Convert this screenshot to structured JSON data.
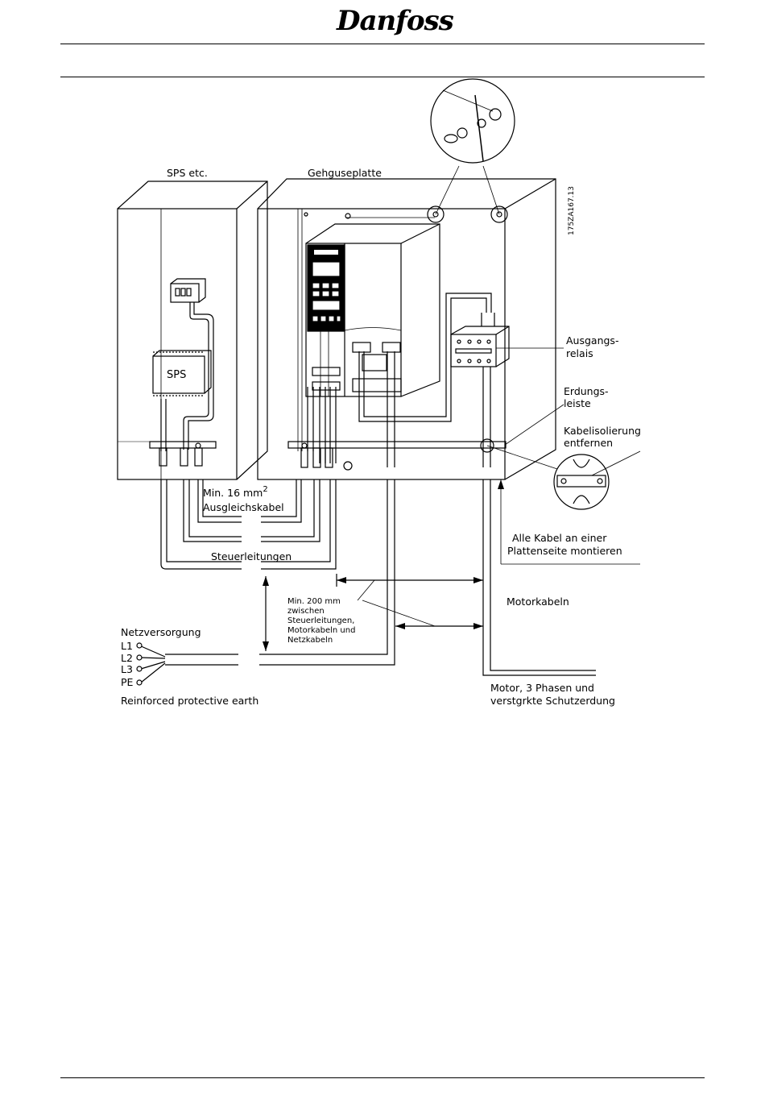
{
  "header": {
    "logo_text": "Danfoss"
  },
  "diagram": {
    "figure_code": "175ZA167.13",
    "labels": {
      "sps_cabinet": "SPS etc.",
      "mounting_plate": "Gehguseplatte",
      "sps_box": "SPS",
      "output_relay_1": "Ausgangs-",
      "output_relay_2": "relais",
      "earth_bar_1": "Erdungs-",
      "earth_bar_2": "leiste",
      "strip_insulation_1": "Kabelisolierung",
      "strip_insulation_2": "entfernen",
      "equalizing_1": "Min. 16 mm",
      "equalizing_sup": "2",
      "equalizing_2": "Ausgleichskabel",
      "control_lines": "Steuerleitungen",
      "mount_side_1": "Alle Kabel an einer",
      "mount_side_2": "Plattenseite montieren",
      "motor_cables": "Motorkabeln",
      "distance_1": "Min. 200 mm",
      "distance_2": "zwischen",
      "distance_3": "Steuerleitungen,",
      "distance_4": "Motorkabeln und",
      "distance_5": "Netzkabeln",
      "mains": "Netzversorgung",
      "l1": "L1",
      "l2": "L2",
      "l3": "L3",
      "pe": "PE",
      "reinforced_pe": "Reinforced protective earth",
      "motor_1": "Motor, 3 Phasen und",
      "motor_2": "verstgrkte Schutzerdung"
    }
  }
}
